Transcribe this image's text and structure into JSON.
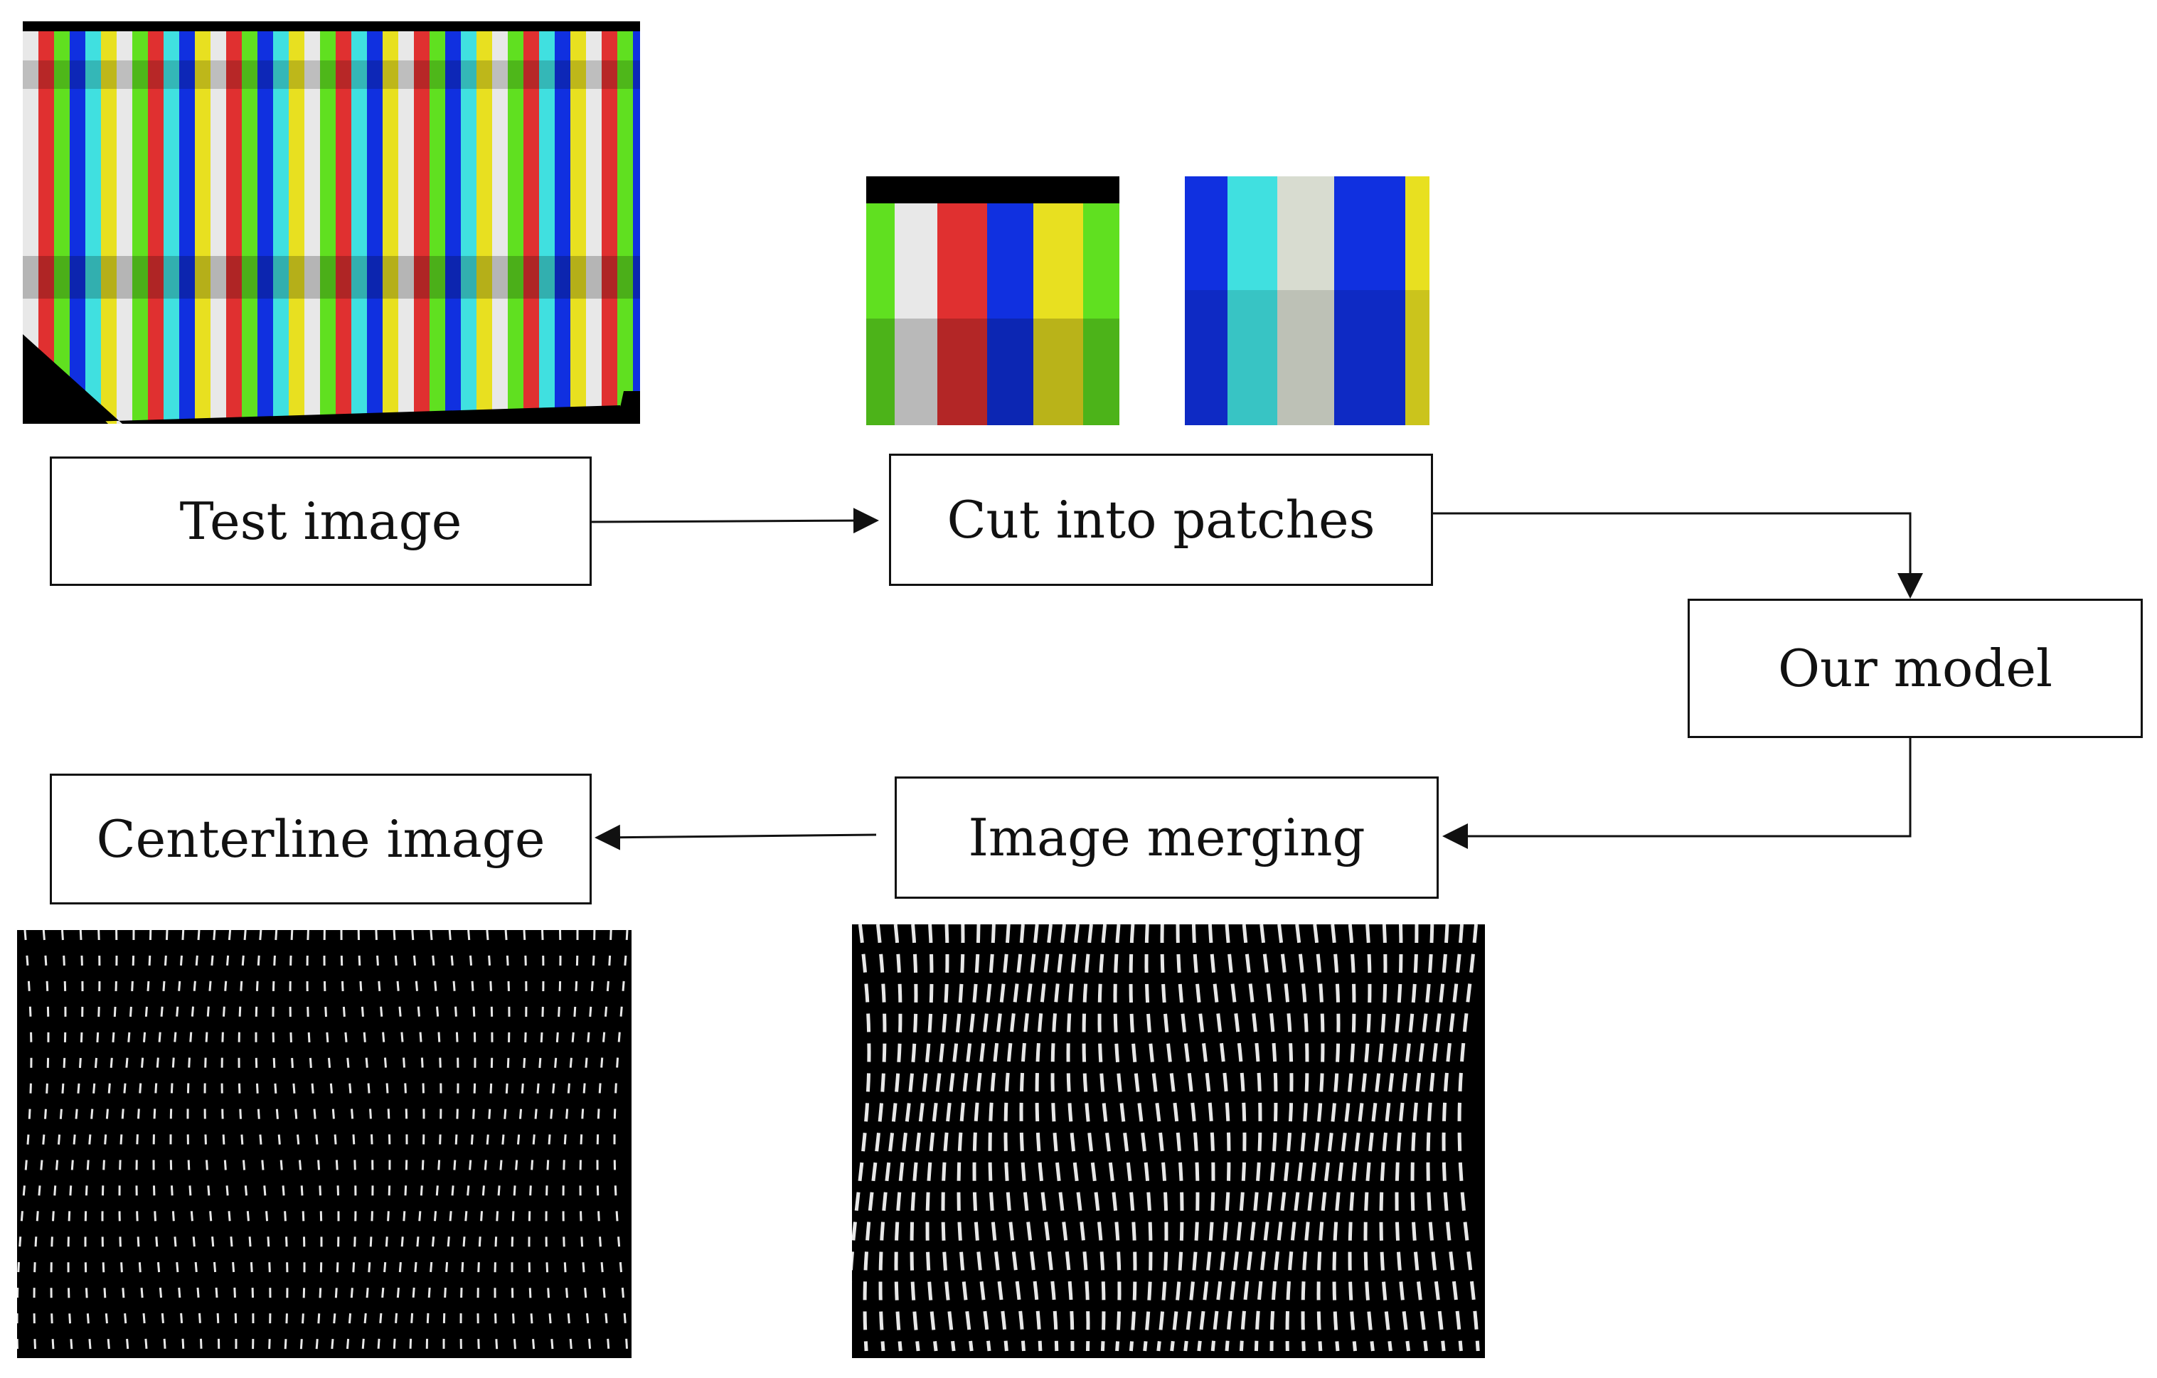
{
  "diagram": {
    "nodes": {
      "test_image": "Test image",
      "cut_into_patches": "Cut into patches",
      "our_model": "Our model",
      "image_merging": "Image merging",
      "centerline_image": "Centerline image"
    },
    "edges": [
      [
        "test_image",
        "cut_into_patches"
      ],
      [
        "cut_into_patches",
        "our_model"
      ],
      [
        "our_model",
        "image_merging"
      ],
      [
        "image_merging",
        "centerline_image"
      ]
    ],
    "images": {
      "test_image": "color-stripe-projection-image",
      "patch_1": "color-stripe-patch",
      "patch_2": "color-stripe-patch",
      "centerline_output": "centerline-stripe-image",
      "merged_output": "merged-stripe-image"
    }
  },
  "colors": {
    "stripe_palette": [
      "#e8e8e8",
      "#e03030",
      "#1030e0",
      "#e8e020",
      "#60e020",
      "#40e0e0"
    ],
    "line_color": "#111111",
    "background": "#ffffff",
    "output_background": "#000000",
    "output_lines": "#e8e8e8"
  }
}
